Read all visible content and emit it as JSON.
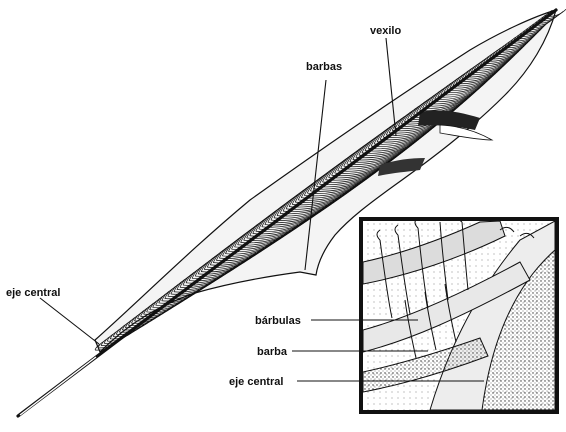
{
  "labels": {
    "vexilo": "vexilo",
    "barbas": "barbas",
    "eje_central_main": "eje central",
    "barbulas": "bárbulas",
    "barba": "barba",
    "eje_central_inset": "eje central"
  },
  "colors": {
    "ink": "#111111",
    "paper": "#ffffff",
    "inset_shade": "#9a9a9a",
    "inset_light": "#e6e6e6"
  }
}
